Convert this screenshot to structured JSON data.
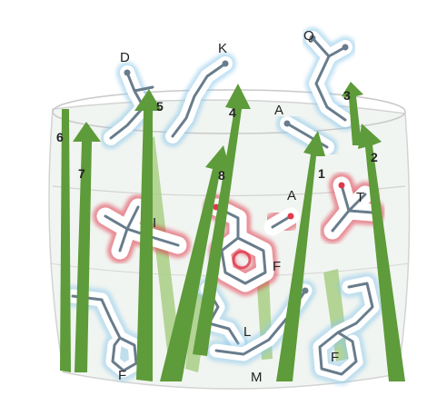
{
  "colors": {
    "strand_green": "#5e9b3a",
    "strand_light": "#a9cf86",
    "barrel_outline": "#c9c9c9",
    "barrel_fill": "#eef3ee",
    "hydrophobic_glow": "#8cc8ea",
    "polar_glow": "#e0384c",
    "bond_stick": "#687c8c"
  },
  "strand_labels": {
    "s1": "1",
    "s2": "2",
    "s3": "3",
    "s4": "4",
    "s5": "5",
    "s6": "6",
    "s7": "7",
    "s8": "8"
  },
  "residue_labels": {
    "d": "D",
    "k": "K",
    "q": "Q",
    "a_top": "A",
    "a_mid": "A",
    "t": "T",
    "i": "I",
    "f_center": "F",
    "l": "L",
    "m": "M",
    "f_left": "F",
    "f_right": "F"
  }
}
